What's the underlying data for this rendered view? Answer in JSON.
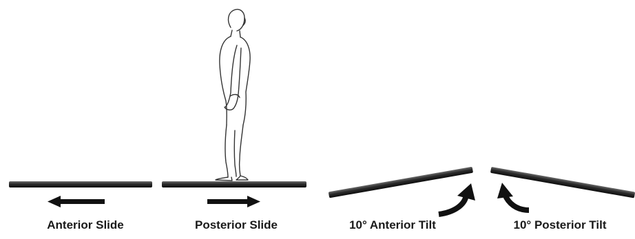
{
  "panels": [
    {
      "caption": "Anterior Slide"
    },
    {
      "caption": "Posterior Slide"
    },
    {
      "caption": "10° Anterior Tilt"
    },
    {
      "caption": "10° Posterior Tilt"
    }
  ],
  "tilt_angle_degrees": 10
}
